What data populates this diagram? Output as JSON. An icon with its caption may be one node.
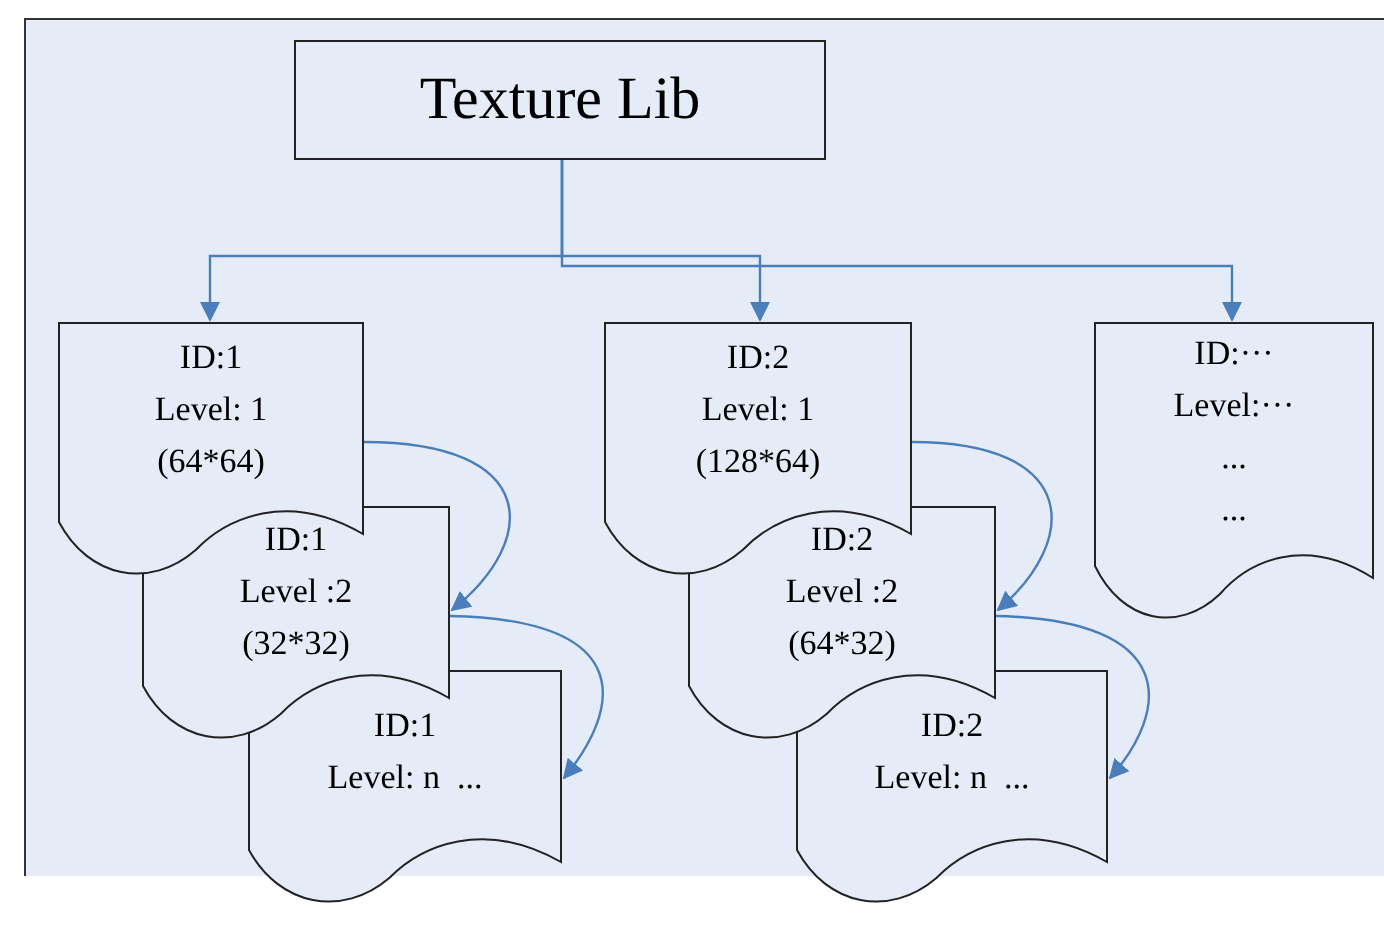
{
  "diagram": {
    "nodes": [
      {
        "text": [
          "Texture Lib"
        ]
      },
      {
        "text": [
          "ID:1",
          "Level: 1",
          "(64*64)"
        ]
      },
      {
        "text": [
          "ID:1",
          "Level :2",
          "(32*32)"
        ]
      },
      {
        "text": [
          "ID:1",
          "Level: n  ..."
        ]
      },
      {
        "text": [
          "ID:2",
          "Level: 1",
          "(128*64)"
        ]
      },
      {
        "text": [
          "ID:2",
          "Level :2",
          "(64*32)"
        ]
      },
      {
        "text": [
          "ID:2",
          "Level: n  ..."
        ]
      },
      {
        "text": [
          "ID:···",
          "Level:···",
          "...",
          "..."
        ]
      }
    ],
    "edges": [
      {
        "from": 0,
        "to": 1,
        "arrow": "to"
      },
      {
        "from": 0,
        "to": 4,
        "arrow": "to"
      },
      {
        "from": 0,
        "to": 7,
        "arrow": "to"
      },
      {
        "from": 1,
        "to": 2,
        "arrow": "to"
      },
      {
        "from": 2,
        "to": 3,
        "arrow": "to"
      },
      {
        "from": 4,
        "to": 5,
        "arrow": "to"
      },
      {
        "from": 5,
        "to": 6,
        "arrow": "to"
      }
    ]
  }
}
